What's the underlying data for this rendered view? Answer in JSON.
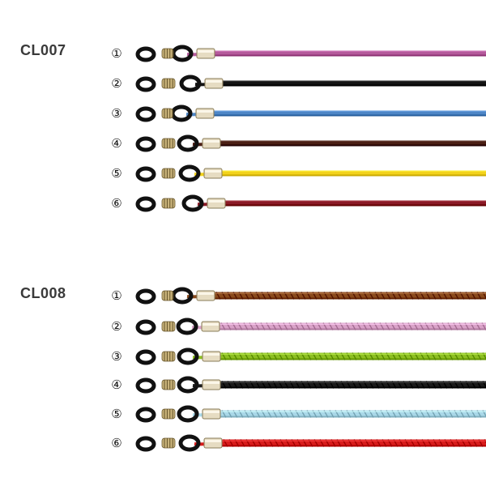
{
  "groups": [
    {
      "code": "CL007",
      "style": "suede",
      "items": [
        {
          "number": "①",
          "color": "#b55a9c"
        },
        {
          "number": "②",
          "color": "#141414"
        },
        {
          "number": "③",
          "color": "#4e86c6"
        },
        {
          "number": "④",
          "color": "#4a1e14"
        },
        {
          "number": "⑤",
          "color": "#f2d21c"
        },
        {
          "number": "⑥",
          "color": "#8a1a26"
        }
      ]
    },
    {
      "code": "CL008",
      "style": "braided",
      "items": [
        {
          "number": "①",
          "color": "#8a4a1c"
        },
        {
          "number": "②",
          "color": "#d9a2c8"
        },
        {
          "number": "③",
          "color": "#8dbf22"
        },
        {
          "number": "④",
          "color": "#1a1a1a"
        },
        {
          "number": "⑤",
          "color": "#a9d8e8"
        },
        {
          "number": "⑥",
          "color": "#d81c1c"
        }
      ]
    }
  ]
}
